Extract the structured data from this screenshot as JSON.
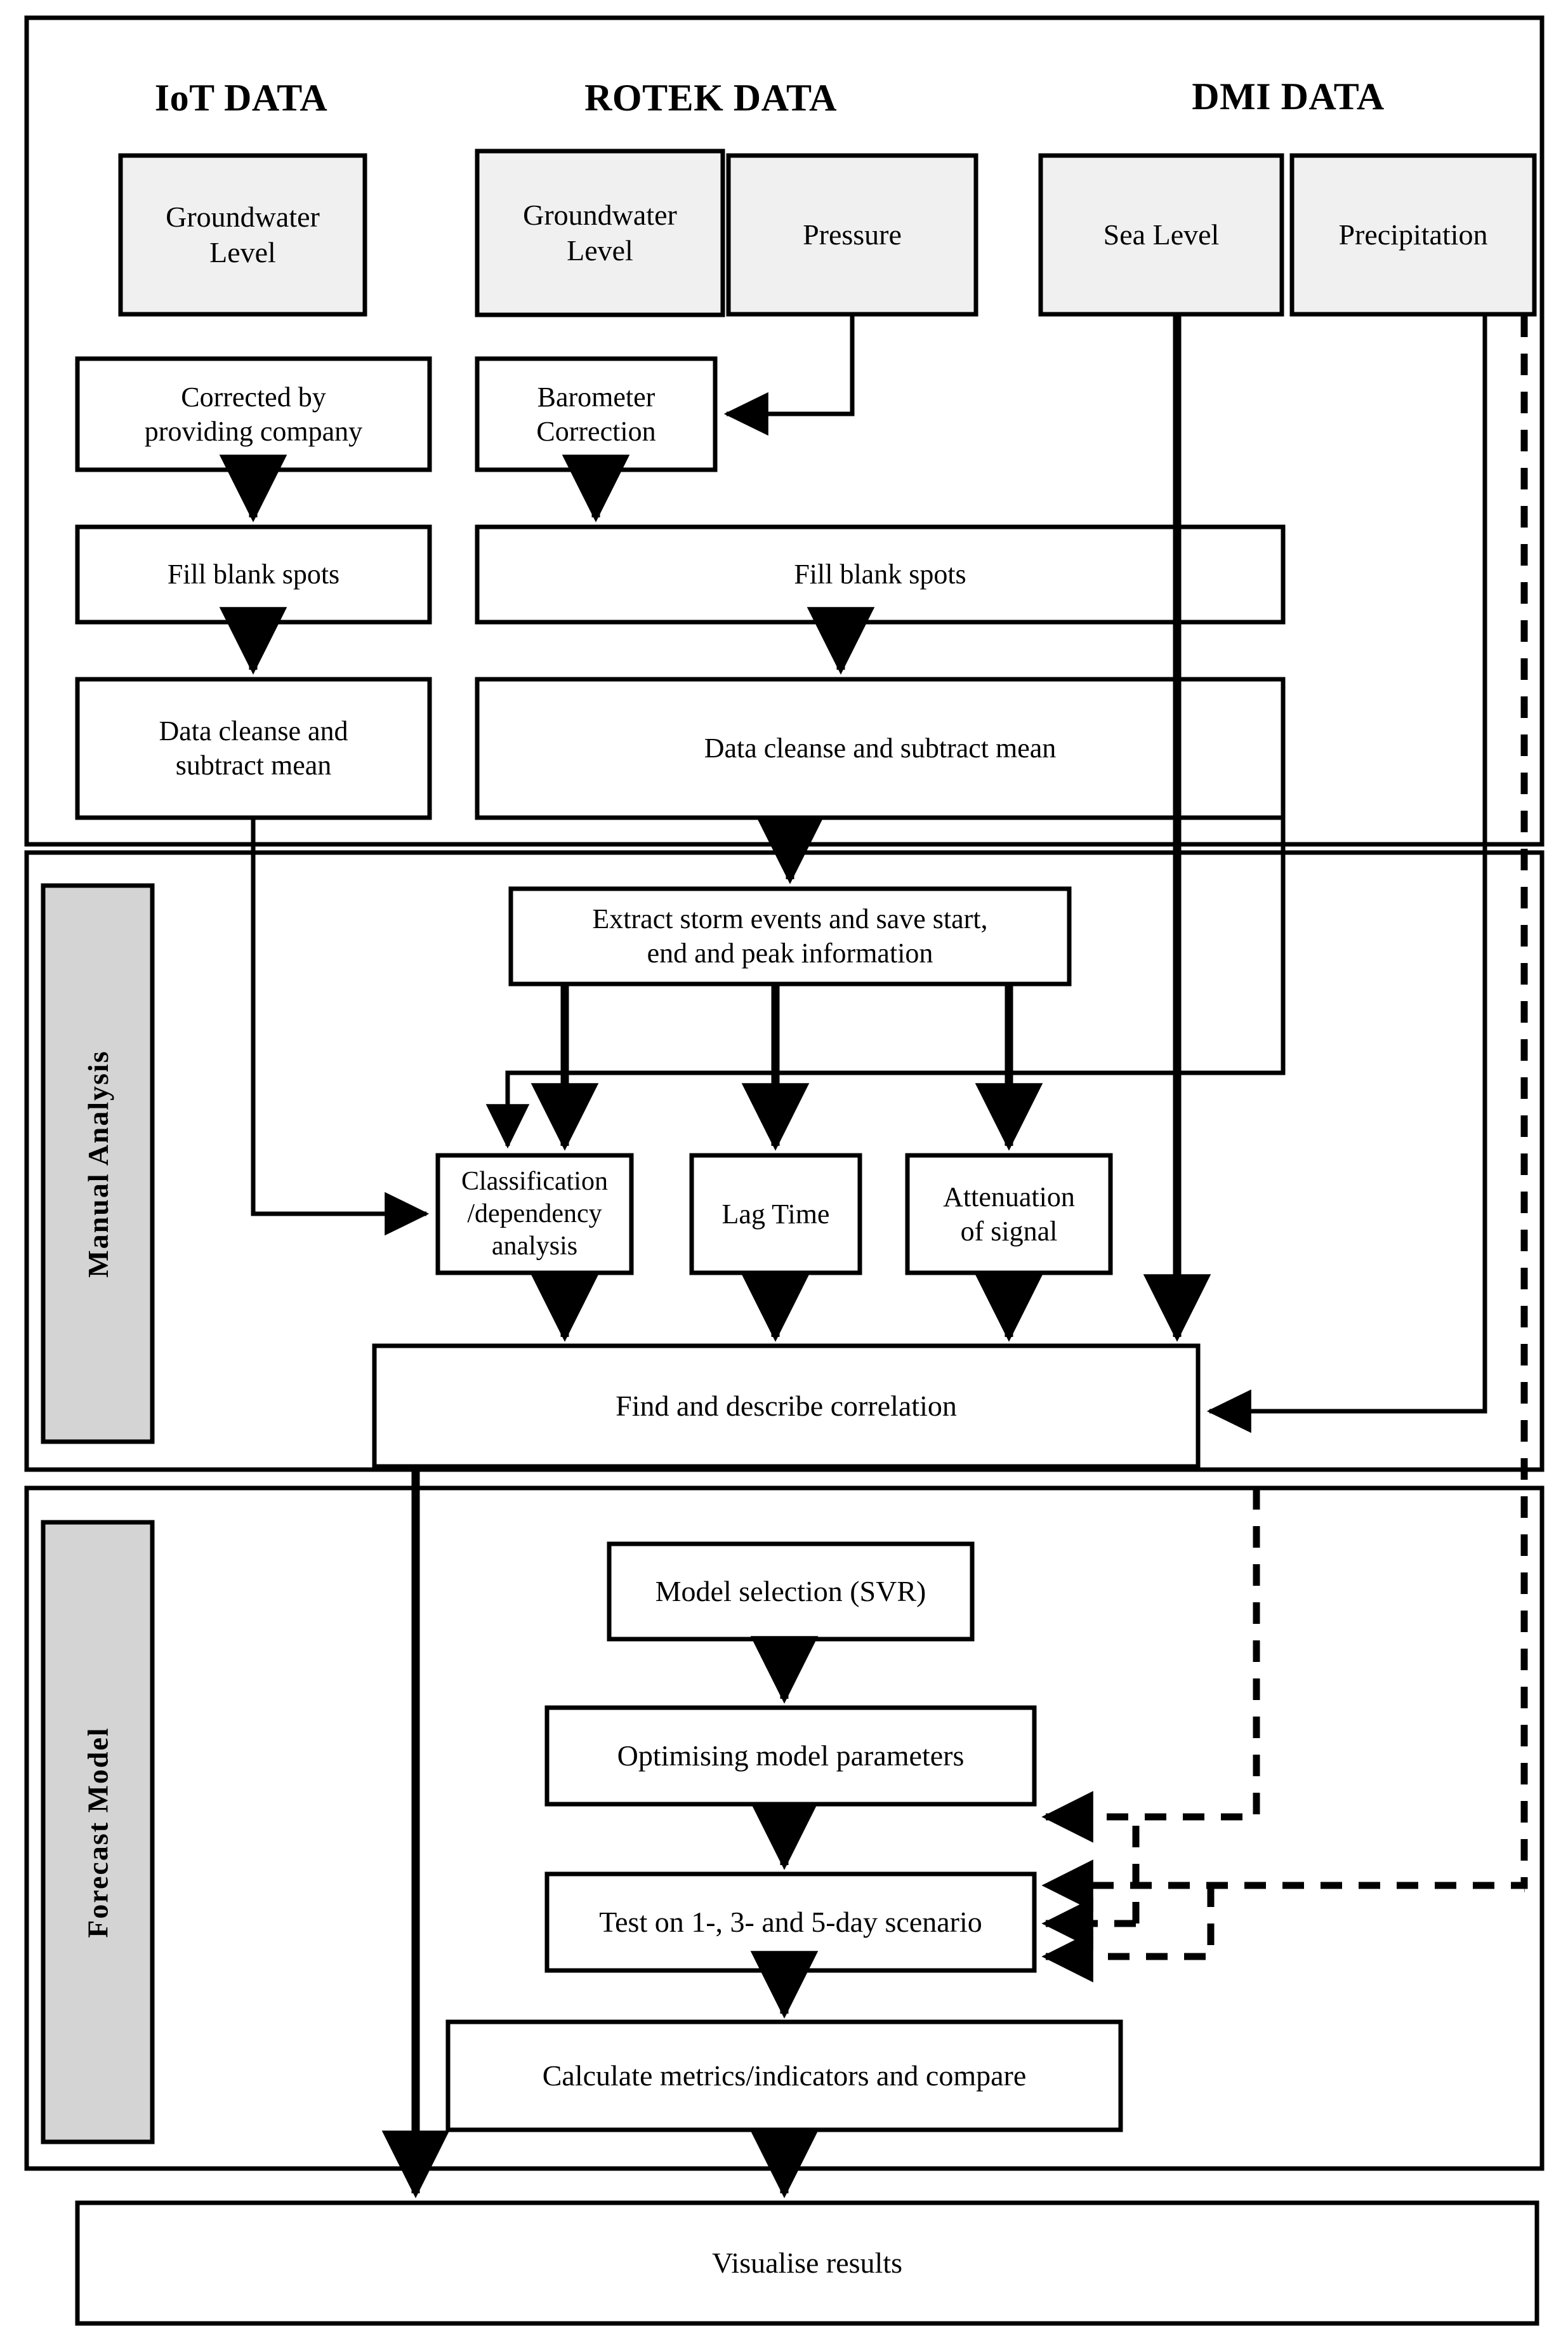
{
  "diagram": {
    "title_group_headers": [
      {
        "id": "iot",
        "label": "IoT DATA"
      },
      {
        "id": "rotek",
        "label": "ROTEK DATA"
      },
      {
        "id": "dmi",
        "label": "DMI DATA"
      }
    ],
    "band_labels": [
      {
        "id": "manual-analysis",
        "label": "Manual Analysis"
      },
      {
        "id": "forecast-model",
        "label": "Forecast Model"
      }
    ],
    "source_nodes": [
      {
        "id": "iot-groundwater-level",
        "label": "Groundwater\nLevel",
        "source": "IoT DATA"
      },
      {
        "id": "rotek-groundwater-level",
        "label": "Groundwater\nLevel",
        "source": "ROTEK DATA"
      },
      {
        "id": "rotek-pressure",
        "label": "Pressure",
        "source": "ROTEK DATA"
      },
      {
        "id": "dmi-sea-level",
        "label": "Sea Level",
        "source": "DMI DATA"
      },
      {
        "id": "dmi-precipitation",
        "label": "Precipitation",
        "source": "DMI DATA"
      }
    ],
    "process_nodes": [
      {
        "id": "corrected-by-providing-company",
        "label": "Corrected by\nproviding company"
      },
      {
        "id": "barometer-correction",
        "label": "Barometer\nCorrection"
      },
      {
        "id": "fill-blank-spots-iot",
        "label": "Fill blank spots"
      },
      {
        "id": "fill-blank-spots-rotek",
        "label": "Fill blank spots"
      },
      {
        "id": "data-cleanse-subtract-mean-iot",
        "label": "Data cleanse and\nsubtract mean"
      },
      {
        "id": "data-cleanse-subtract-mean-rotek",
        "label": "Data cleanse and subtract mean"
      },
      {
        "id": "extract-storm-events",
        "label": "Extract storm events and save start,\nend and peak information"
      },
      {
        "id": "classification-dependency-analysis",
        "label": "Classification\n/dependency\nanalysis"
      },
      {
        "id": "lag-time",
        "label": "Lag Time"
      },
      {
        "id": "attenuation-of-signal",
        "label": "Attenuation\nof signal"
      },
      {
        "id": "find-and-describe-correlation",
        "label": "Find and describe correlation"
      },
      {
        "id": "model-selection-svr",
        "label": "Model selection (SVR)"
      },
      {
        "id": "optimising-model-parameters",
        "label": "Optimising model parameters"
      },
      {
        "id": "test-on-scenarios",
        "label": "Test on 1-, 3- and 5-day scenario"
      },
      {
        "id": "calculate-metrics",
        "label": "Calculate metrics/indicators and compare"
      },
      {
        "id": "visualise-results",
        "label": "Visualise results"
      }
    ],
    "colors": {
      "source_fill": "#f0f0f0",
      "band_label_fill": "#d4d4d4",
      "process_fill": "#ffffff",
      "stroke": "#000000",
      "page_background": "#ffffff"
    }
  }
}
